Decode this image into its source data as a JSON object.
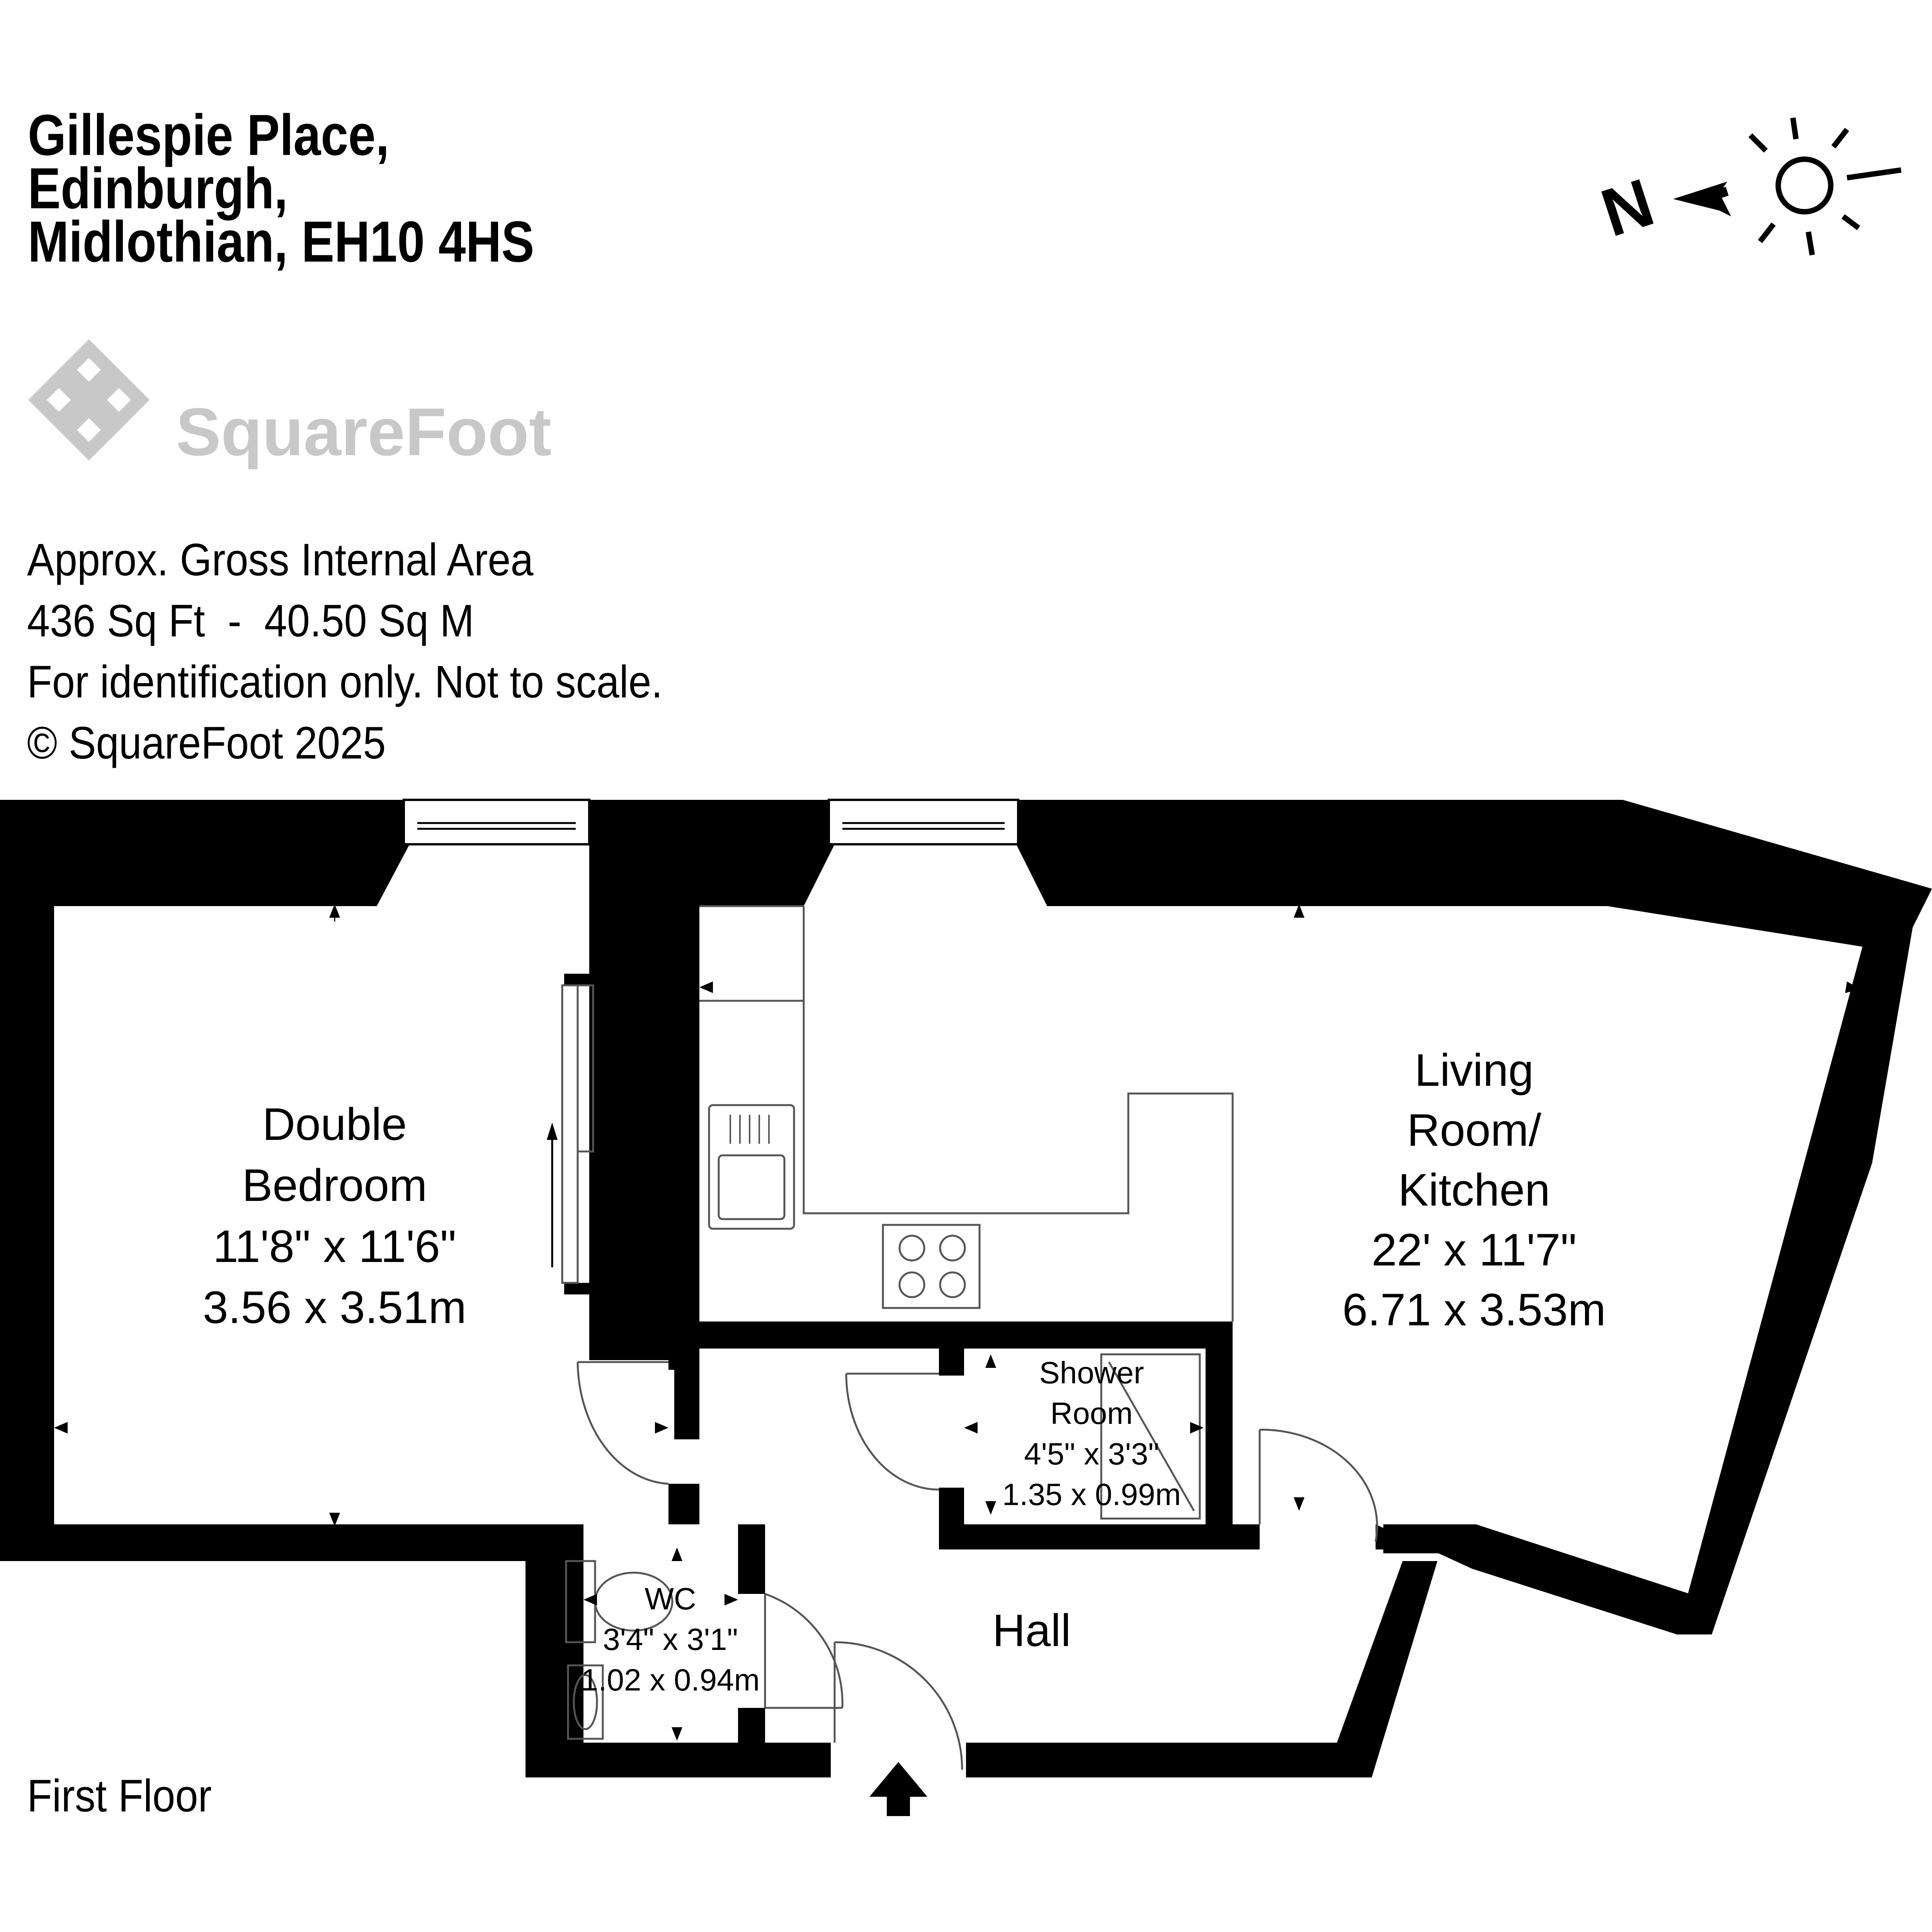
{
  "address": {
    "line1": "Gillespie Place,",
    "line2": "Edinburgh,",
    "line3": "Midlothian, EH10 4HS"
  },
  "brand": {
    "name": "SquareFoot",
    "logo_color": "#c8c8c8"
  },
  "info": {
    "line1": "Approx. Gross Internal Area",
    "line2": "436 Sq Ft  -  40.50 Sq M",
    "line3": "For identification only. Not to scale.",
    "line4": "© SquareFoot 2025"
  },
  "compass": {
    "label": "N"
  },
  "floor": {
    "label": "First Floor"
  },
  "rooms": {
    "bedroom": {
      "name1": "Double",
      "name2": "Bedroom",
      "imperial": "11'8\" x 11'6\"",
      "metric": "3.56 x 3.51m"
    },
    "living": {
      "name1": "Living",
      "name2": "Room/",
      "name3": "Kitchen",
      "imperial": "22' x 11'7\"",
      "metric": "6.71 x 3.53m"
    },
    "shower": {
      "name1": "Shower",
      "name2": "Room",
      "imperial": "4'5\" x 3'3\"",
      "metric": "1.35 x 0.99m"
    },
    "wc": {
      "name": "WC",
      "imperial": "3'4\" x 3'1\"",
      "metric": "1.02 x 0.94m"
    },
    "hall": {
      "name": "Hall"
    }
  },
  "colors": {
    "wall": "#000000",
    "fixture_line": "#555555"
  }
}
